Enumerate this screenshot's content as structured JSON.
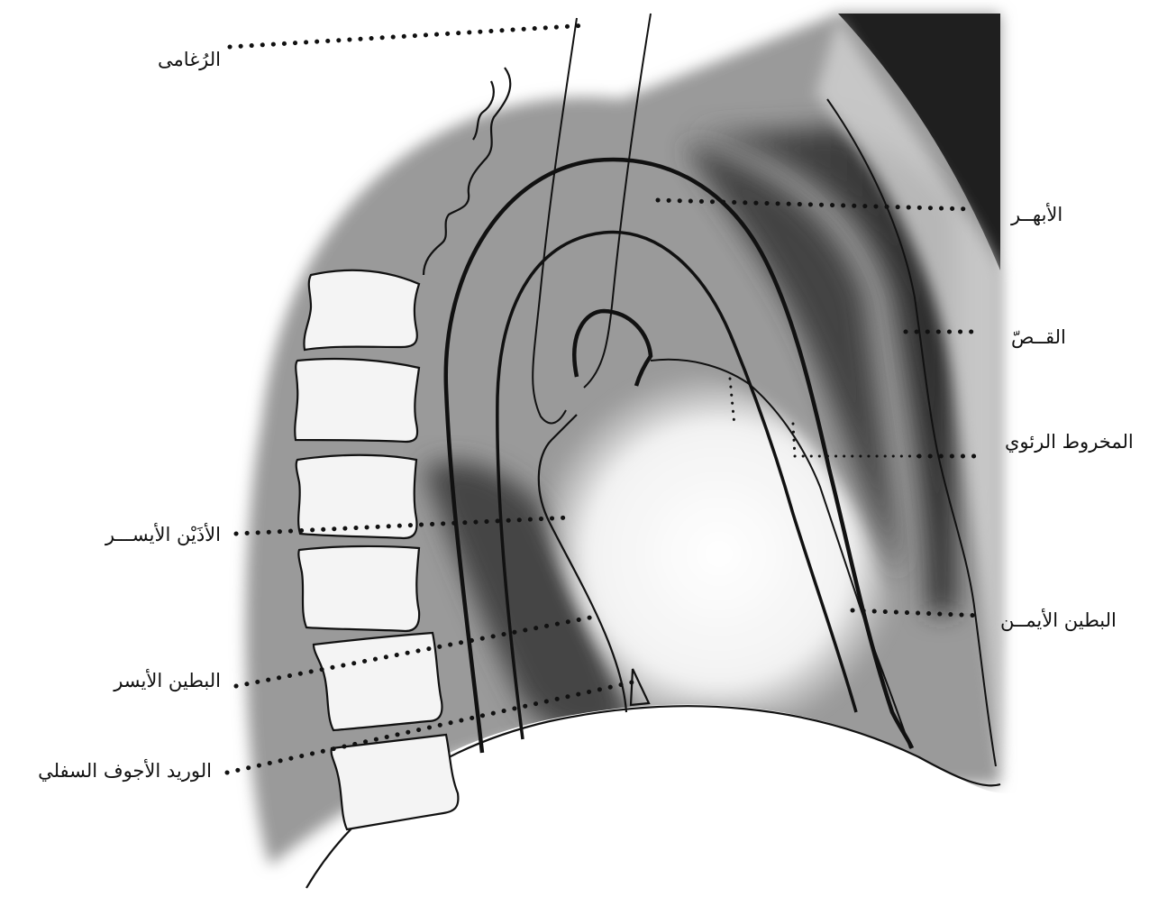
{
  "labels": {
    "trachea": "الرُغامى",
    "aorta": "الأبهــر",
    "sternum": "القــصّ",
    "pulmonary_cone": "المخروط الرئوي",
    "left_atrium": "الأذَيْن الأيســـر",
    "right_ventricle": "البطين الأيمــن",
    "left_ventricle": "البطين الأيسر",
    "inferior_vena_cava": "الوريد الأجوف السفلي"
  }
}
